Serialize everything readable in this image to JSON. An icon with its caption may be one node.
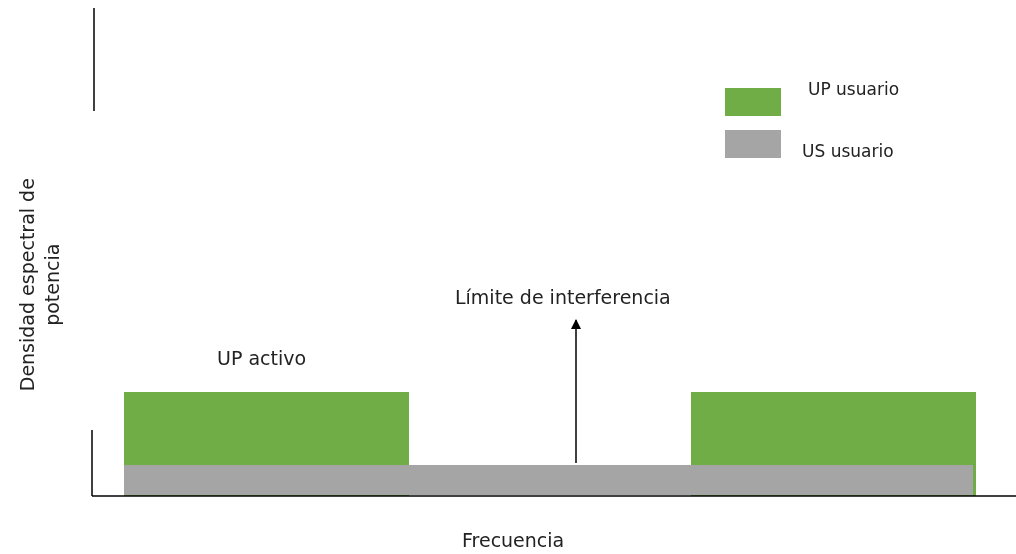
{
  "diagram": {
    "labels": [
      "Densidad espectral de potencia",
      "UP activo",
      "Límite de interferencia",
      "Frecuencia"
    ],
    "legend": [
      {
        "text": "UP usuario",
        "color": "#70ad47"
      },
      {
        "text": "US usuario",
        "color": "#a5a5a5"
      }
    ]
  }
}
